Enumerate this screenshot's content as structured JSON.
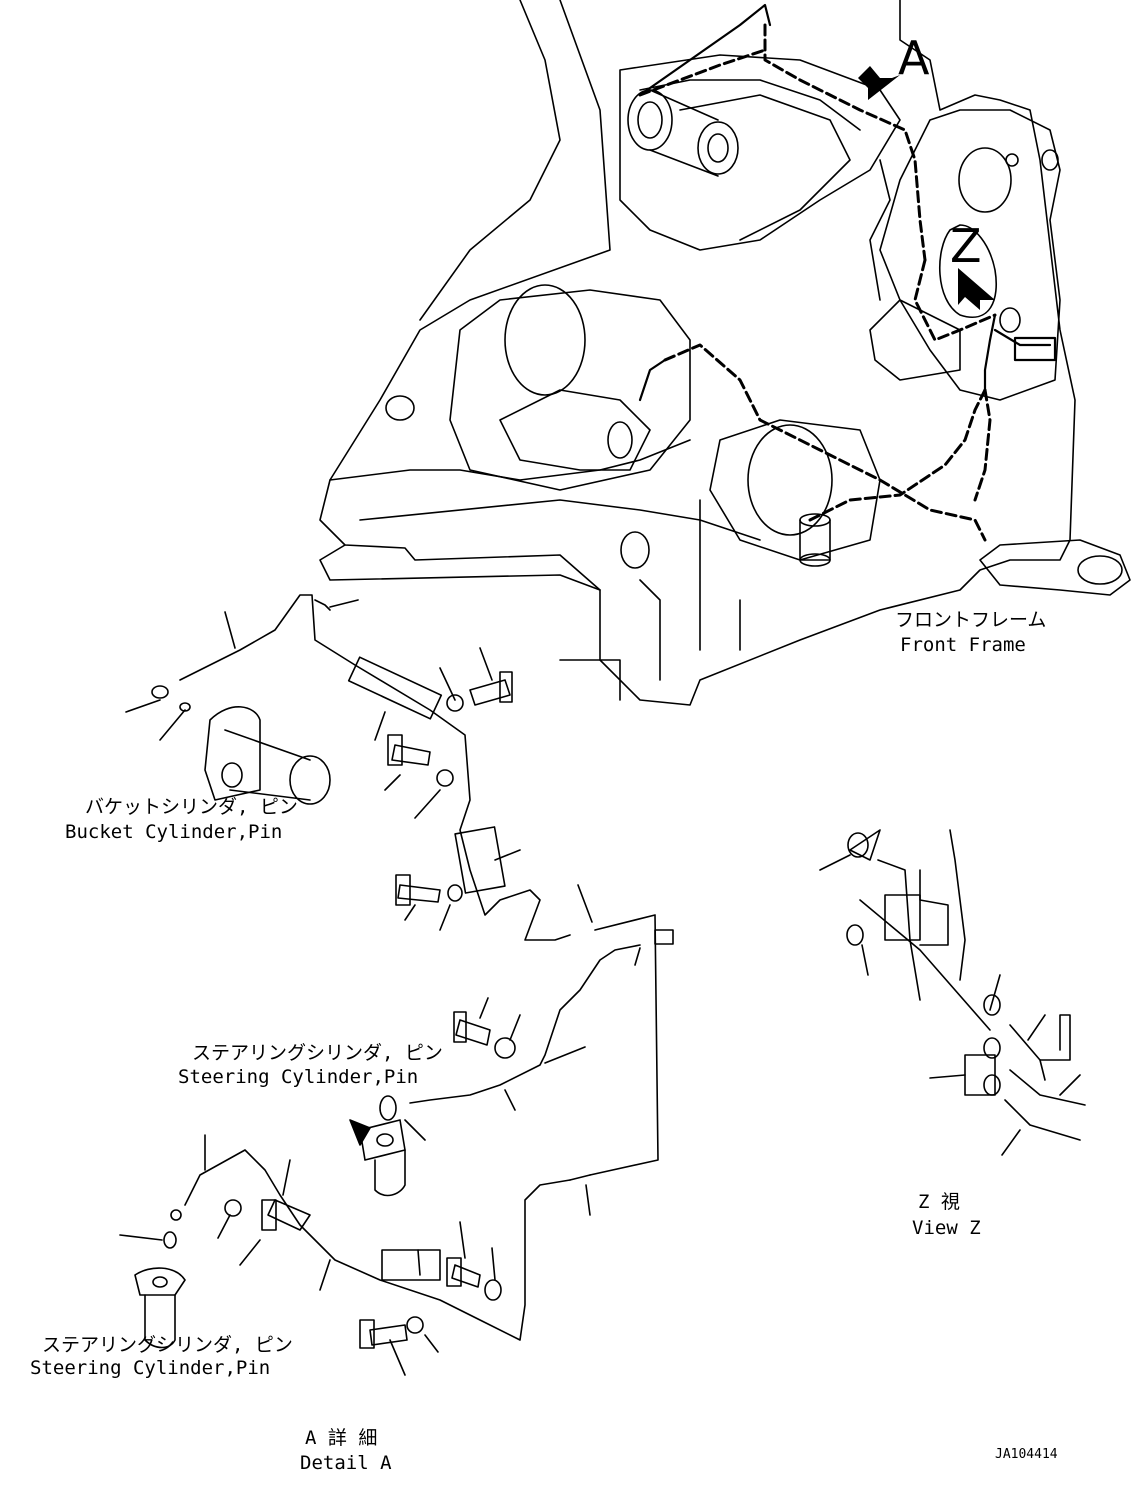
{
  "callouts": {
    "view_a": "A",
    "view_z": "Z"
  },
  "labels": {
    "front_frame_jp": "フロントフレーム",
    "front_frame_en": "Front Frame",
    "bucket_cyl_jp": "バケットシリンダ, ピン",
    "bucket_cyl_en": "Bucket Cylinder,Pin",
    "steering_cyl_1_jp": "ステアリングシリンダ, ピン",
    "steering_cyl_1_en": "Steering Cylinder,Pin",
    "steering_cyl_2_jp": "ステアリングシリンダ, ピン",
    "steering_cyl_2_en": "Steering Cylinder,Pin",
    "view_z_jp": "Z  視",
    "view_z_en": "View Z",
    "detail_a_jp": "A 詳 細",
    "detail_a_en": "Detail A",
    "drawing_code": "JA104414"
  },
  "colors": {
    "line": "#000000",
    "background": "#ffffff"
  }
}
